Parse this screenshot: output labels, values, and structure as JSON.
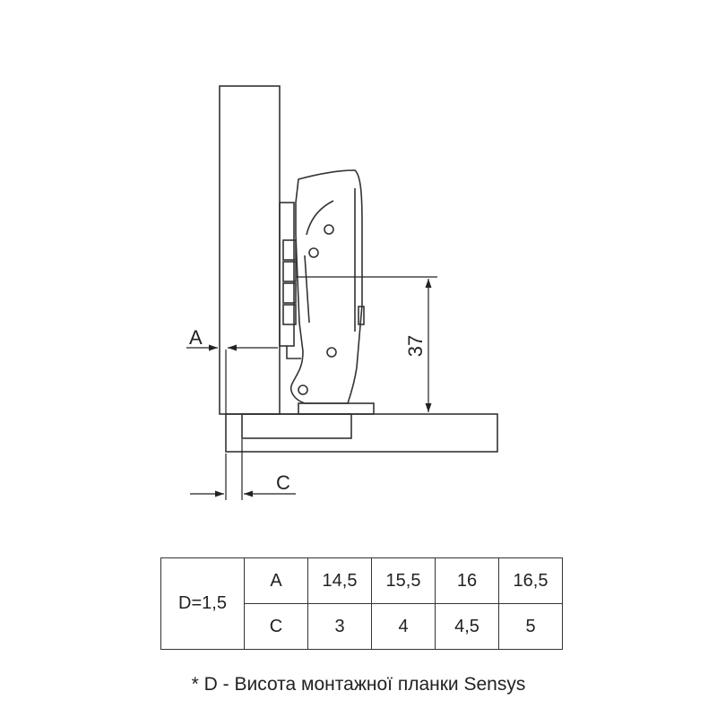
{
  "drawing": {
    "label_a": "A",
    "label_c": "C",
    "dimension_37": "37"
  },
  "table": {
    "d_label": "D=1,5",
    "rows": [
      {
        "label": "A",
        "values": [
          "14,5",
          "15,5",
          "16",
          "16,5"
        ]
      },
      {
        "label": "C",
        "values": [
          "3",
          "4",
          "4,5",
          "5"
        ]
      }
    ]
  },
  "footnote": "* D - Висота монтажної планки Sensys"
}
